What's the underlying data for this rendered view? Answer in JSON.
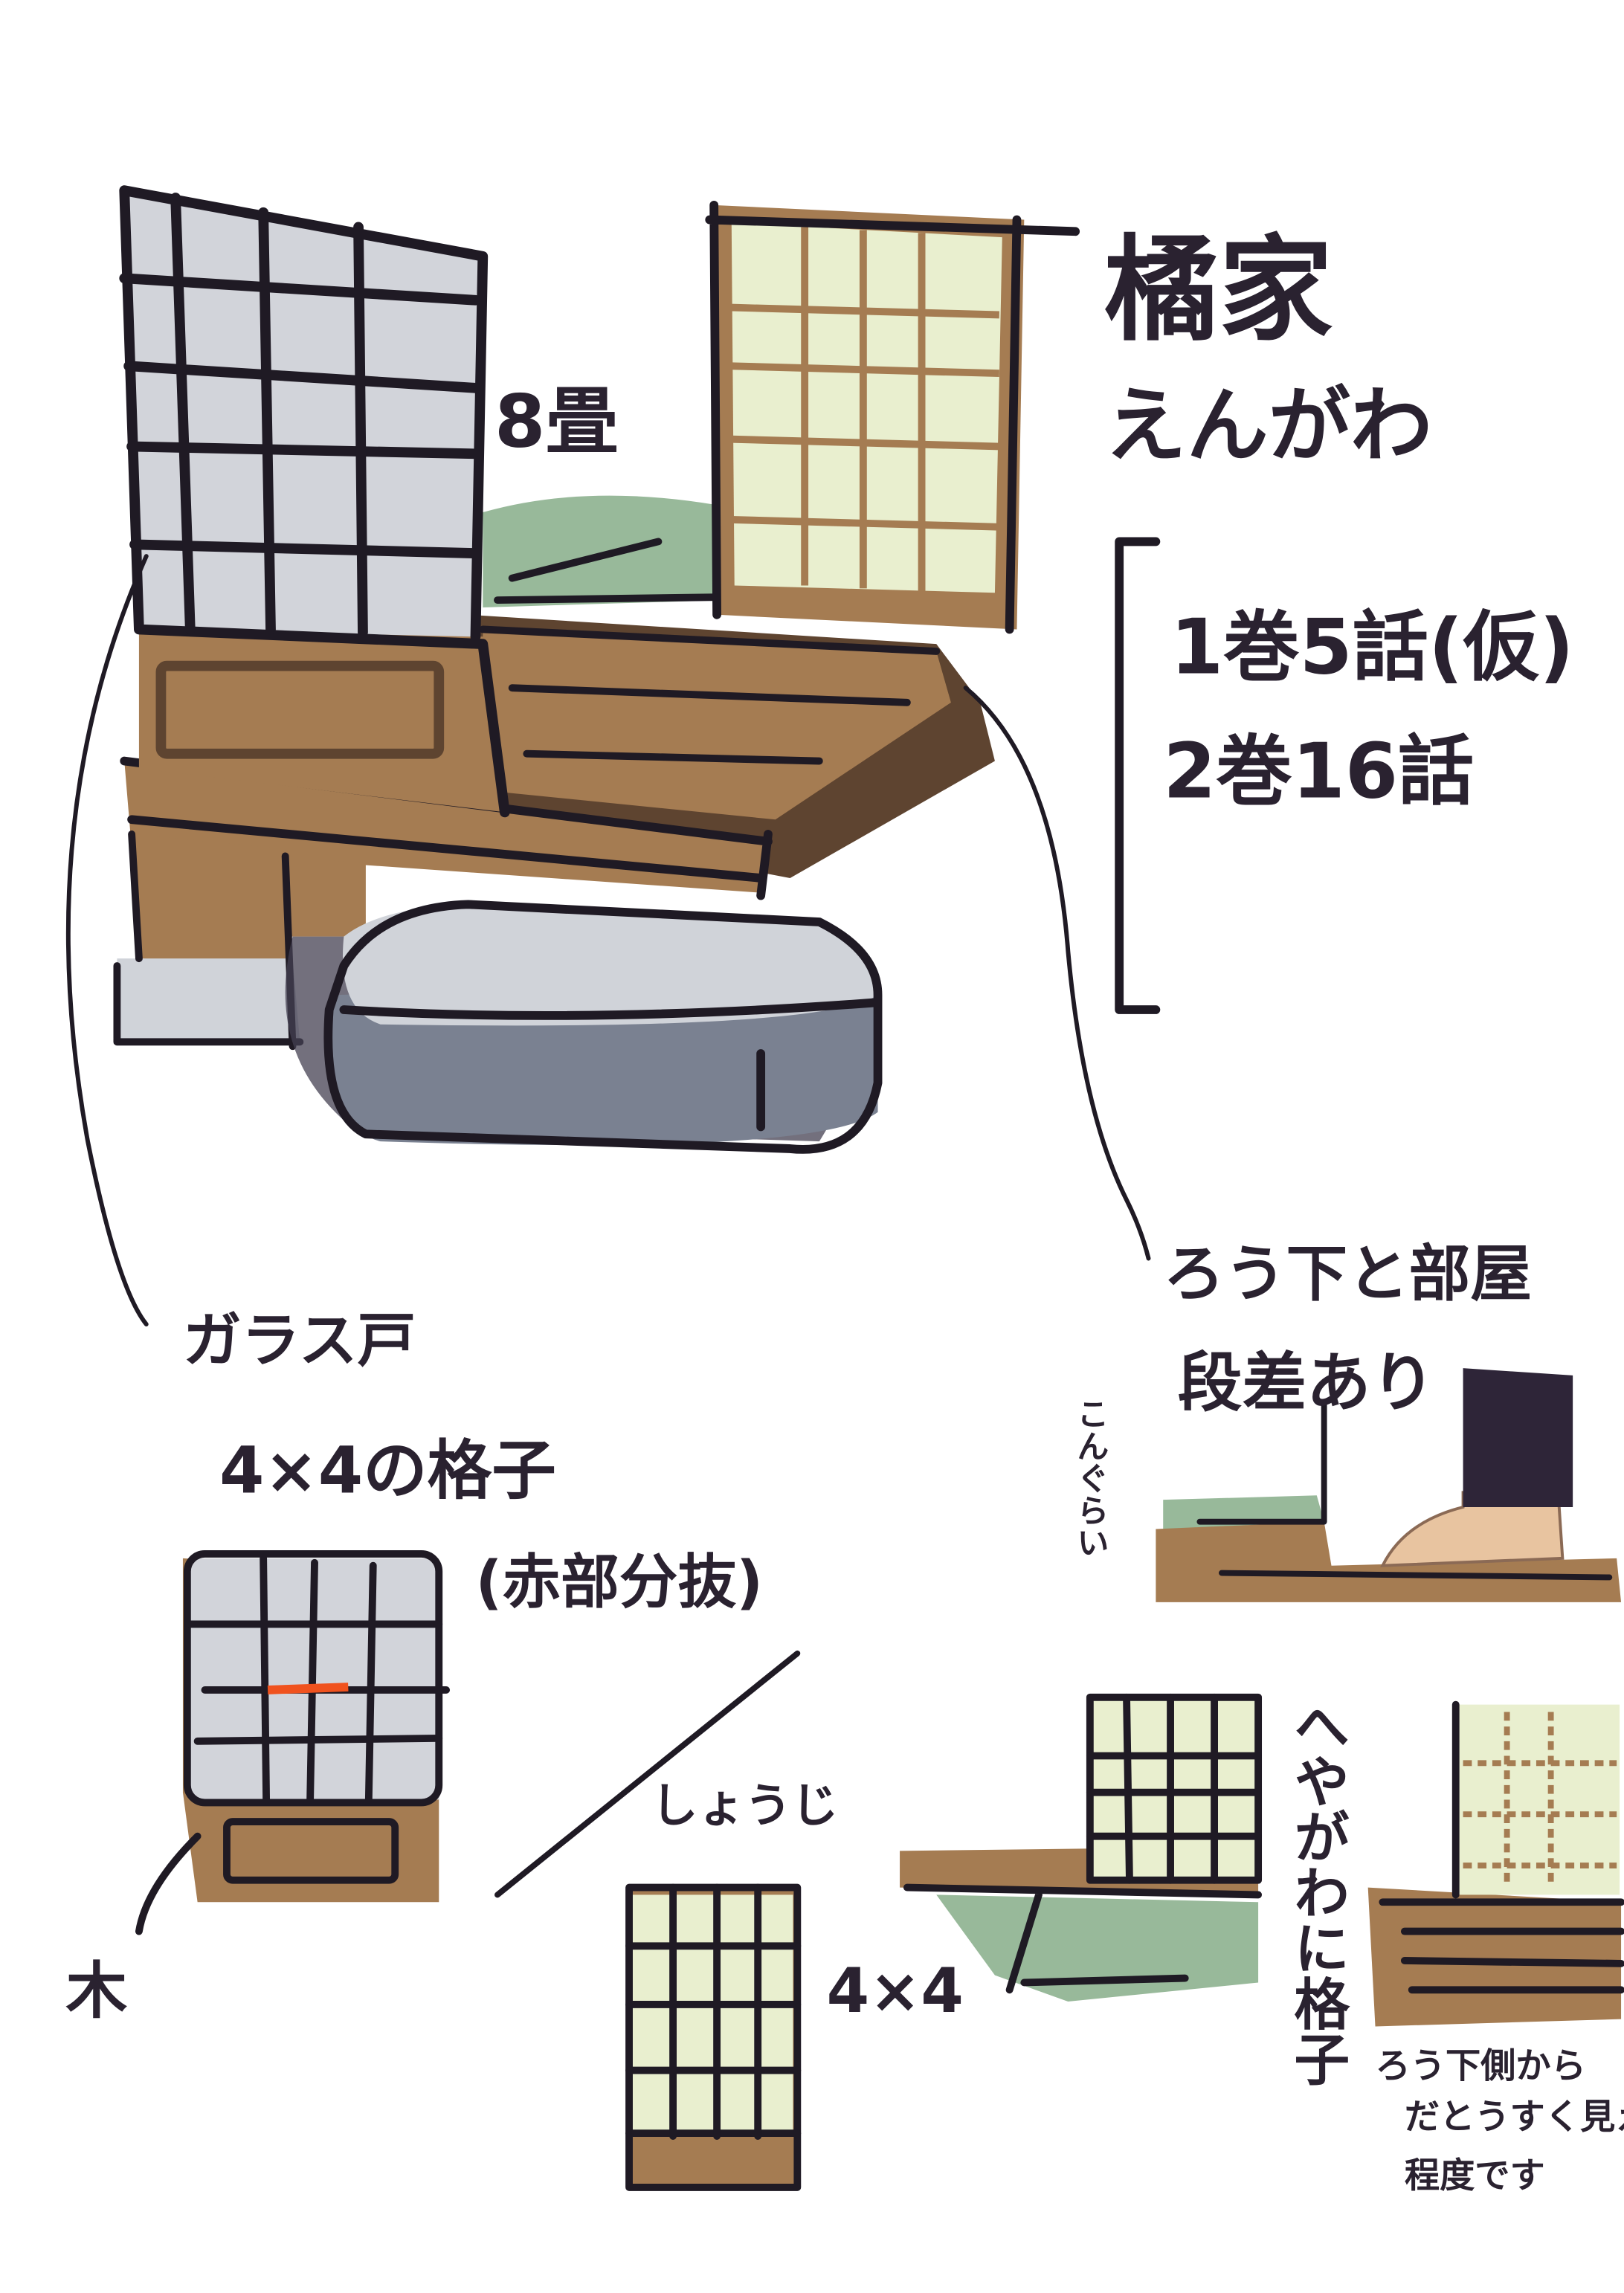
{
  "title": {
    "line1": "橘家",
    "line2": "えんがわ"
  },
  "episodes": [
    "1巻5話(仮)",
    "2巻16話"
  ],
  "labels": {
    "room_size": "8畳",
    "step_note_1": "ろう下と部屋",
    "step_note_2": "段差あり",
    "step_height": "こんぐらい",
    "glass_door": "ガラス戸",
    "lattice_1": "4×4の格子",
    "lattice_2": "(赤部分抜)",
    "wood": "木",
    "shoji": "しょうじ",
    "shoji_grid": "4×4",
    "room_side_lattice": "へやがわに格子",
    "visibility_1": "ろう下側から",
    "visibility_2": "だとうすく見える",
    "visibility_3": "程度です"
  },
  "colors": {
    "ink": "#1f1a24",
    "wood": "#a57c52",
    "wood_dark": "#5e4430",
    "glass": "#d2d4da",
    "shoji_paper": "#e9efcf",
    "tatami_green": "#98b99a",
    "stone": "#7a8191",
    "stone_top": "#d0d3d9",
    "removed_bar": "#f0521e",
    "skin": "#e8c4a0"
  }
}
